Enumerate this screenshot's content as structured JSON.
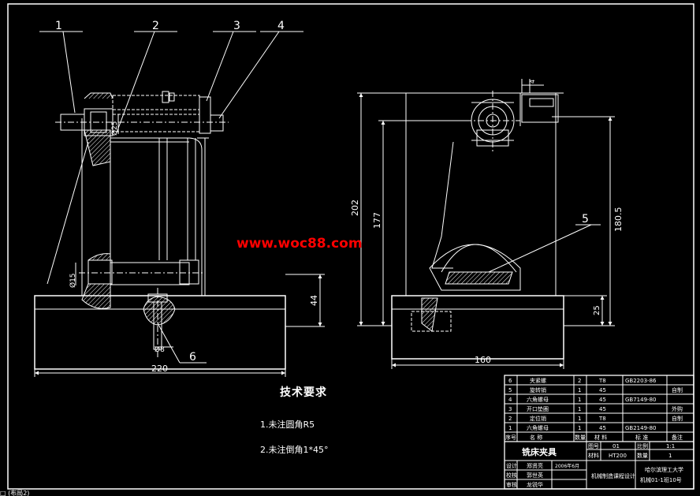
{
  "balloons": [
    "1",
    "2",
    "3",
    "4",
    "5",
    "6"
  ],
  "dimensions": {
    "width_left": "220",
    "height_left": "44",
    "dia_top": "Ø25",
    "dia_mid": "Ø15",
    "dia_bottom": "Ø8",
    "width_right": "160",
    "h202": "202",
    "h177": "177",
    "h180": "180.5",
    "h25": "25",
    "top_small": "4"
  },
  "watermark": "www.woc88.com",
  "tech": {
    "title": "技术要求",
    "note1": "1.未注圆角R5",
    "note2": "2.未注倒角1*45°"
  },
  "bom": {
    "rows": [
      [
        "6",
        "夹紧螺",
        "2",
        "T8",
        "GB2203-86",
        ""
      ],
      [
        "5",
        "旋转销",
        "1",
        "45",
        "",
        "自制"
      ],
      [
        "4",
        "六角螺母",
        "1",
        "45",
        "GB7149-80",
        ""
      ],
      [
        "3",
        "开口垫圈",
        "1",
        "45",
        "",
        "外购"
      ],
      [
        "2",
        "定位销",
        "1",
        "T8",
        "",
        "自制"
      ],
      [
        "1",
        "六角螺母",
        "1",
        "45",
        "GB2149-80",
        ""
      ]
    ],
    "header": [
      "序号",
      "名  称",
      "数量",
      "材  料",
      "标  准",
      "备注"
    ]
  },
  "title_block": {
    "name": "铣床夹具",
    "fig_no_label": "图号",
    "fig_no": "01",
    "scale_label": "比例",
    "scale": "1:1",
    "material_label": "材料",
    "material": "HT200",
    "count_label": "数量",
    "count": "1",
    "designer_label": "设计",
    "designer": "郑贤亮",
    "date": "2006年6月",
    "checker_label": "校核",
    "checker": "郭世英",
    "approver_label": "审核",
    "approver": "龙锐华",
    "course": "机械制造课程设计",
    "school": "哈尔滨理工大学",
    "class": "机械01-1班10号"
  },
  "status_text": "□ (布局2)",
  "colors": {
    "background": "#000000",
    "line": "#ffffff",
    "watermark": "#ff0000"
  }
}
